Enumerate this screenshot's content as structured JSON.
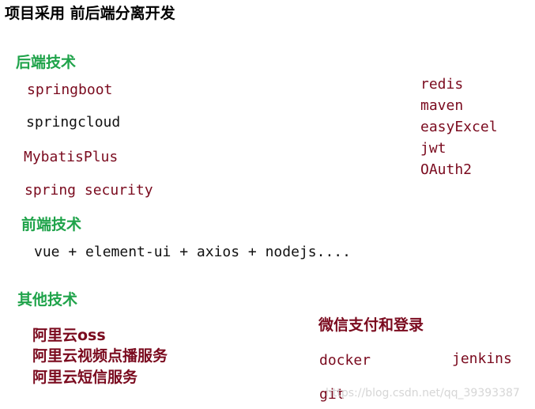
{
  "title": "项目采用 前后端分离开发",
  "backend": {
    "heading": "后端技术",
    "items": [
      "springboot",
      "springcloud",
      "MybatisPlus",
      "spring security"
    ],
    "extra": [
      "redis",
      "maven",
      "easyExcel",
      "jwt",
      "OAuth2"
    ]
  },
  "frontend": {
    "heading": "前端技术",
    "stack": "vue + element-ui + axios + nodejs...."
  },
  "other": {
    "heading": "其他技术",
    "aliyun": [
      "阿里云oss",
      "阿里云视频点播服务",
      "阿里云短信服务"
    ],
    "wechat": "微信支付和登录",
    "tools": [
      "docker",
      "jenkins",
      "git"
    ]
  },
  "watermark": "https://blog.csdn.net/qq_39393387",
  "colors": {
    "heading": "#1fa34a",
    "item": "#7a0a1e",
    "text": "#111111"
  }
}
